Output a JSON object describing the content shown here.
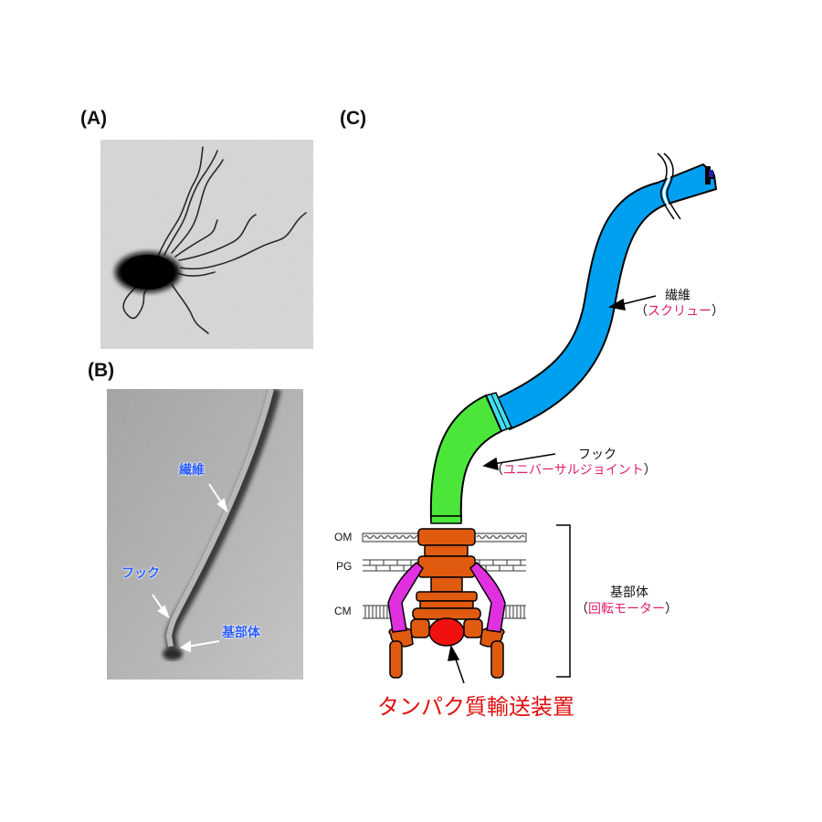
{
  "panels": {
    "a": {
      "label": "(A)",
      "description": "Electron micrograph of a bacterium with multiple flagella"
    },
    "b": {
      "label": "(B)",
      "annotations": {
        "filament": "繊維",
        "hook": "フック",
        "basal_body": "基部体"
      }
    },
    "c": {
      "label": "(C)",
      "filament": {
        "name": "繊維",
        "open_paren": "（",
        "role": "スクリュー",
        "close_paren": "）"
      },
      "hook": {
        "name": "フック",
        "open_paren": "（",
        "role": "ユニバーサルジョイント",
        "close_paren": "）"
      },
      "basal_body": {
        "name": "基部体",
        "open_paren": "（",
        "role": "回転モーター",
        "close_paren": "）"
      },
      "membranes": {
        "om": "OM",
        "pg": "PG",
        "cm": "CM"
      },
      "export_apparatus": "タンパク質輸送装置"
    }
  },
  "colors": {
    "filament": "#00a0f0",
    "hook": "#4ce63a",
    "hook_junction": "#40e0f0",
    "rod_rings": "#e05a10",
    "stator": "#e030e0",
    "export_apparatus": "#f01010",
    "role_text": "#e0206a",
    "export_text": "#e01010",
    "micrograph_label": "#2a5cff"
  }
}
